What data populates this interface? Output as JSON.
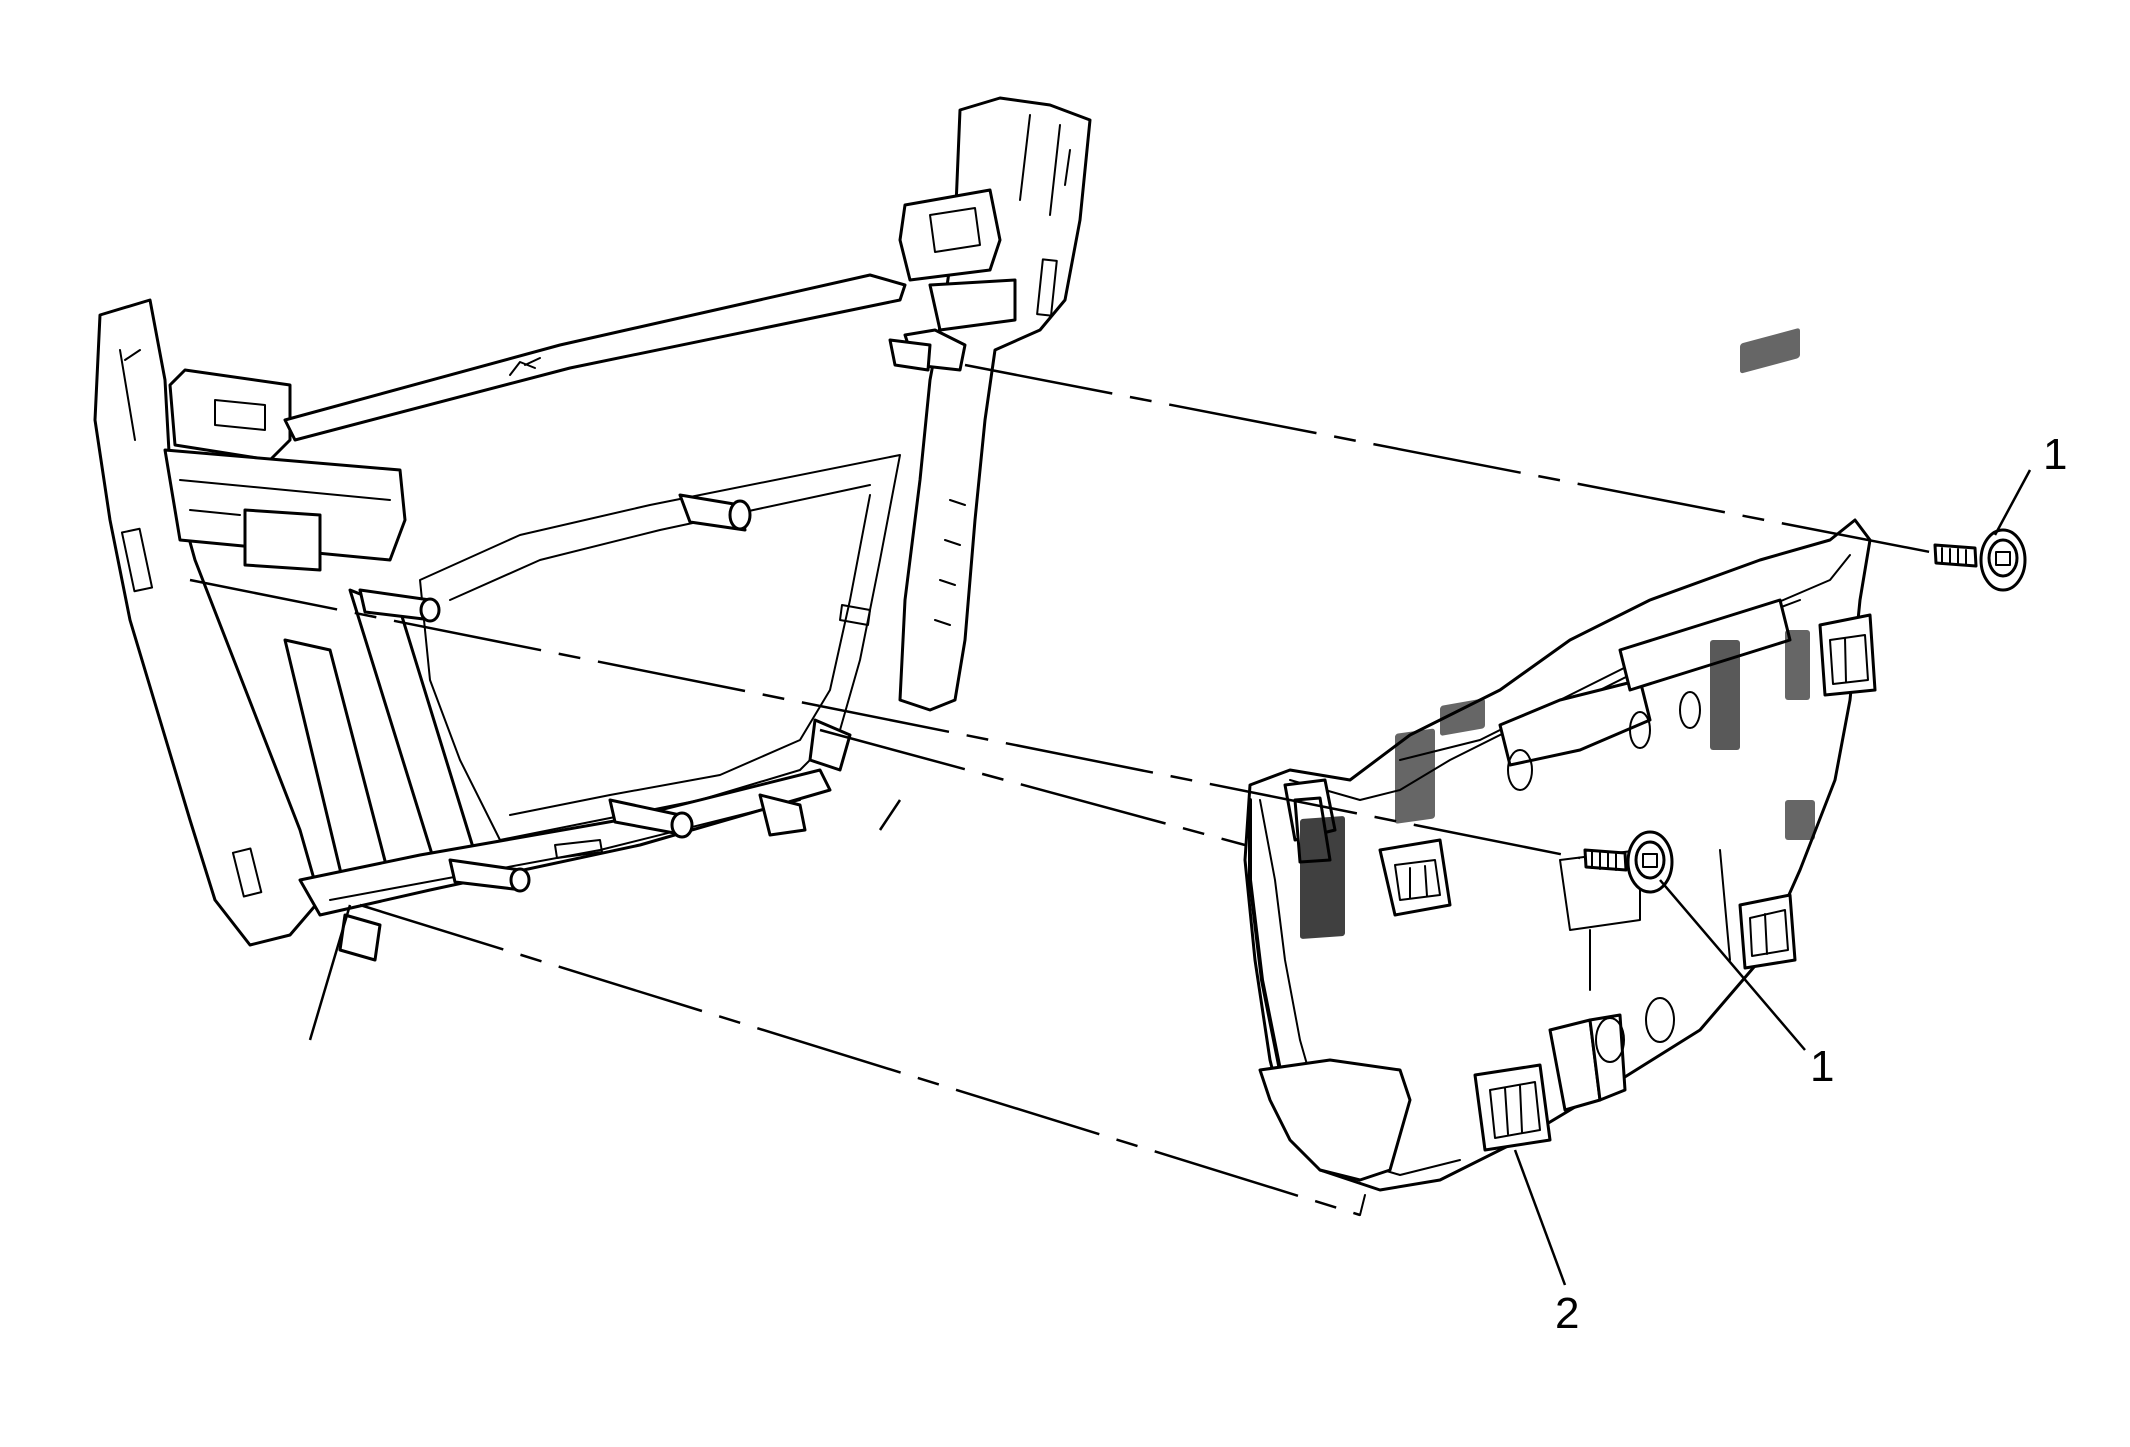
{
  "diagram": {
    "callouts": [
      {
        "id": "callout-1-top",
        "label": "1"
      },
      {
        "id": "callout-1-bottom",
        "label": "1"
      },
      {
        "id": "callout-2",
        "label": "2"
      }
    ]
  },
  "colors": {
    "line": "#000000",
    "background": "#ffffff"
  }
}
